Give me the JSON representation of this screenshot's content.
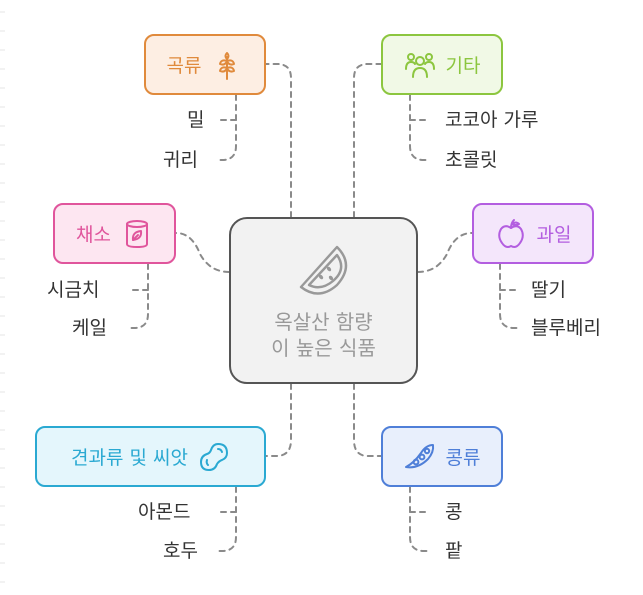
{
  "center": {
    "title_line1": "옥살산 함량",
    "title_line2": "이 높은 식품",
    "icon": "watermelon-slice-icon"
  },
  "categories": [
    {
      "id": "grains",
      "label": "곡류",
      "icon": "wheat-icon",
      "color": "#e08a3c",
      "fill": "#fdeee3",
      "items": [
        "밀",
        "귀리"
      ]
    },
    {
      "id": "other",
      "label": "기타",
      "icon": "people-group-icon",
      "color": "#8cc63f",
      "fill": "#f1f9e6",
      "items": [
        "코코아 가루",
        "초콜릿"
      ]
    },
    {
      "id": "vegetables",
      "label": "채소",
      "icon": "can-icon",
      "color": "#e0559c",
      "fill": "#fde6f1",
      "items": [
        "시금치",
        "케일"
      ]
    },
    {
      "id": "fruits",
      "label": "과일",
      "icon": "apple-icon",
      "color": "#b35ee0",
      "fill": "#f4e6fb",
      "items": [
        "딸기",
        "블루베리"
      ]
    },
    {
      "id": "nuts",
      "label": "견과류 및 씨앗",
      "icon": "peanut-icon",
      "color": "#2aa9d2",
      "fill": "#e4f6fc",
      "items": [
        "아몬드",
        "호두"
      ]
    },
    {
      "id": "legumes",
      "label": "콩류",
      "icon": "pea-pod-icon",
      "color": "#4f7fd8",
      "fill": "#e8effc",
      "items": [
        "콩",
        "팥"
      ]
    }
  ],
  "colors": {
    "connector": "#8a8a8a",
    "center_border": "#555555",
    "center_fill": "#f2f2f2",
    "leaf_text": "#333333"
  }
}
